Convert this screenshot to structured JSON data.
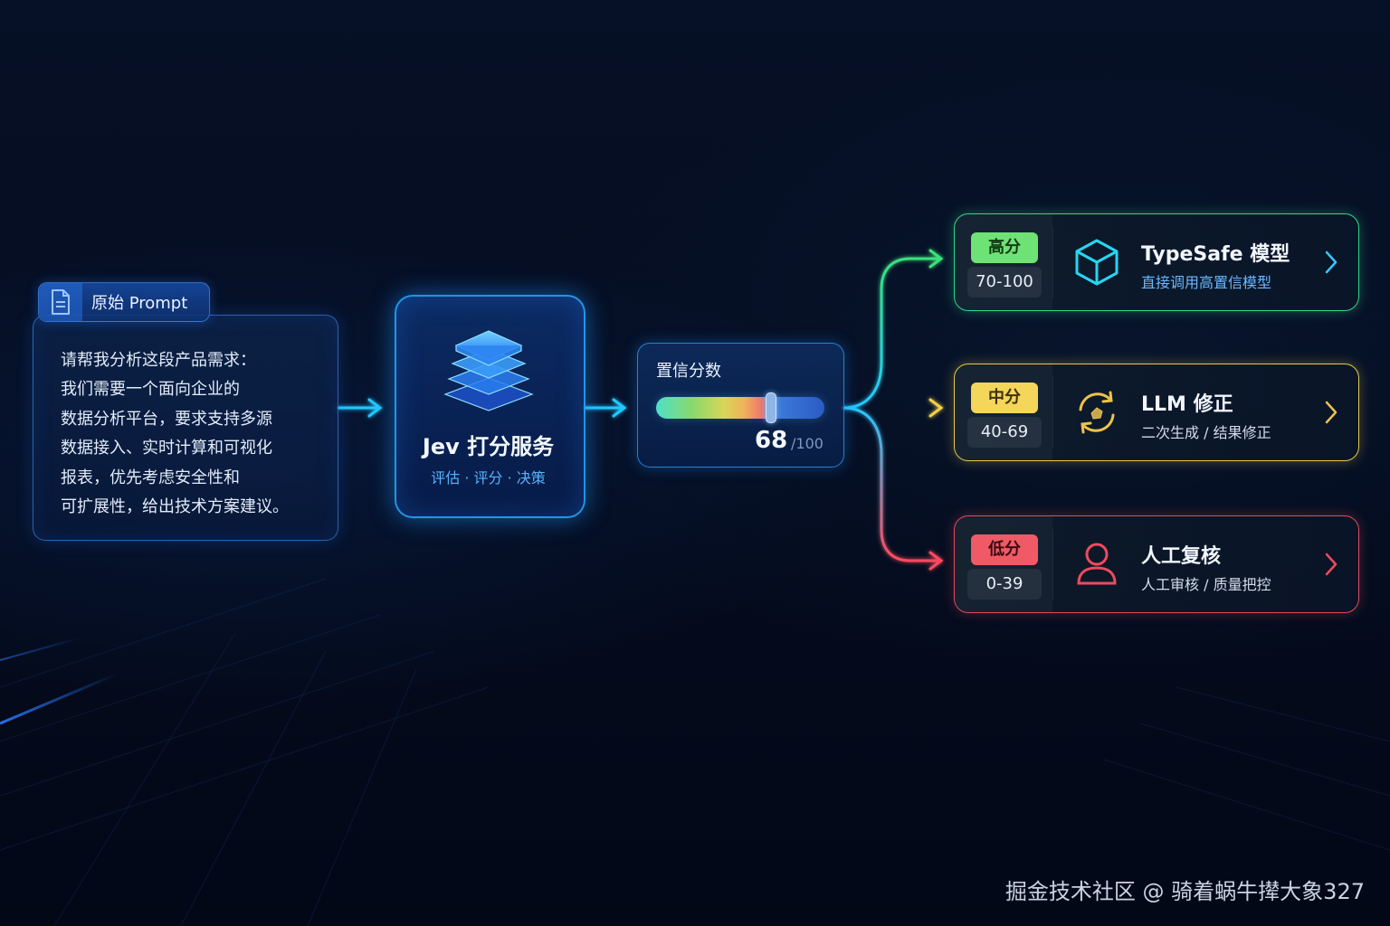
{
  "prompt": {
    "tab_label": "原始 Prompt",
    "icon": "document-icon",
    "lines": [
      "请帮我分析这段产品需求：",
      "我们需要一个面向企业的",
      "数据分析平台，要求支持多源",
      "数据接入、实时计算和可视化",
      "报表，优先考虑安全性和",
      "可扩展性，给出技术方案建议。"
    ]
  },
  "service": {
    "title": "Jev 打分服务",
    "subtitle": "评估 · 评分 · 决策",
    "icon": "stacked-layers-icon"
  },
  "confidence": {
    "title": "置信分数",
    "score": "68",
    "max_label": "/100",
    "fraction": 0.68
  },
  "routes": [
    {
      "badge": "高分",
      "range": "70-100",
      "title": "TypeSafe 模型",
      "subtitle": "直接调用高置信模型",
      "icon": "cube-icon",
      "color": "#2fd88a"
    },
    {
      "badge": "中分",
      "range": "40-69",
      "title": "LLM 修正",
      "subtitle": "二次生成 / 结果修正",
      "icon": "refresh-cycle-icon",
      "color": "#e8c84a"
    },
    {
      "badge": "低分",
      "range": "0-39",
      "title": "人工复核",
      "subtitle": "人工审核 / 质量把控",
      "icon": "person-icon",
      "color": "#e04a5c"
    }
  ],
  "watermark": "掘金技术社区 @ 骑着蜗牛撵大象327"
}
